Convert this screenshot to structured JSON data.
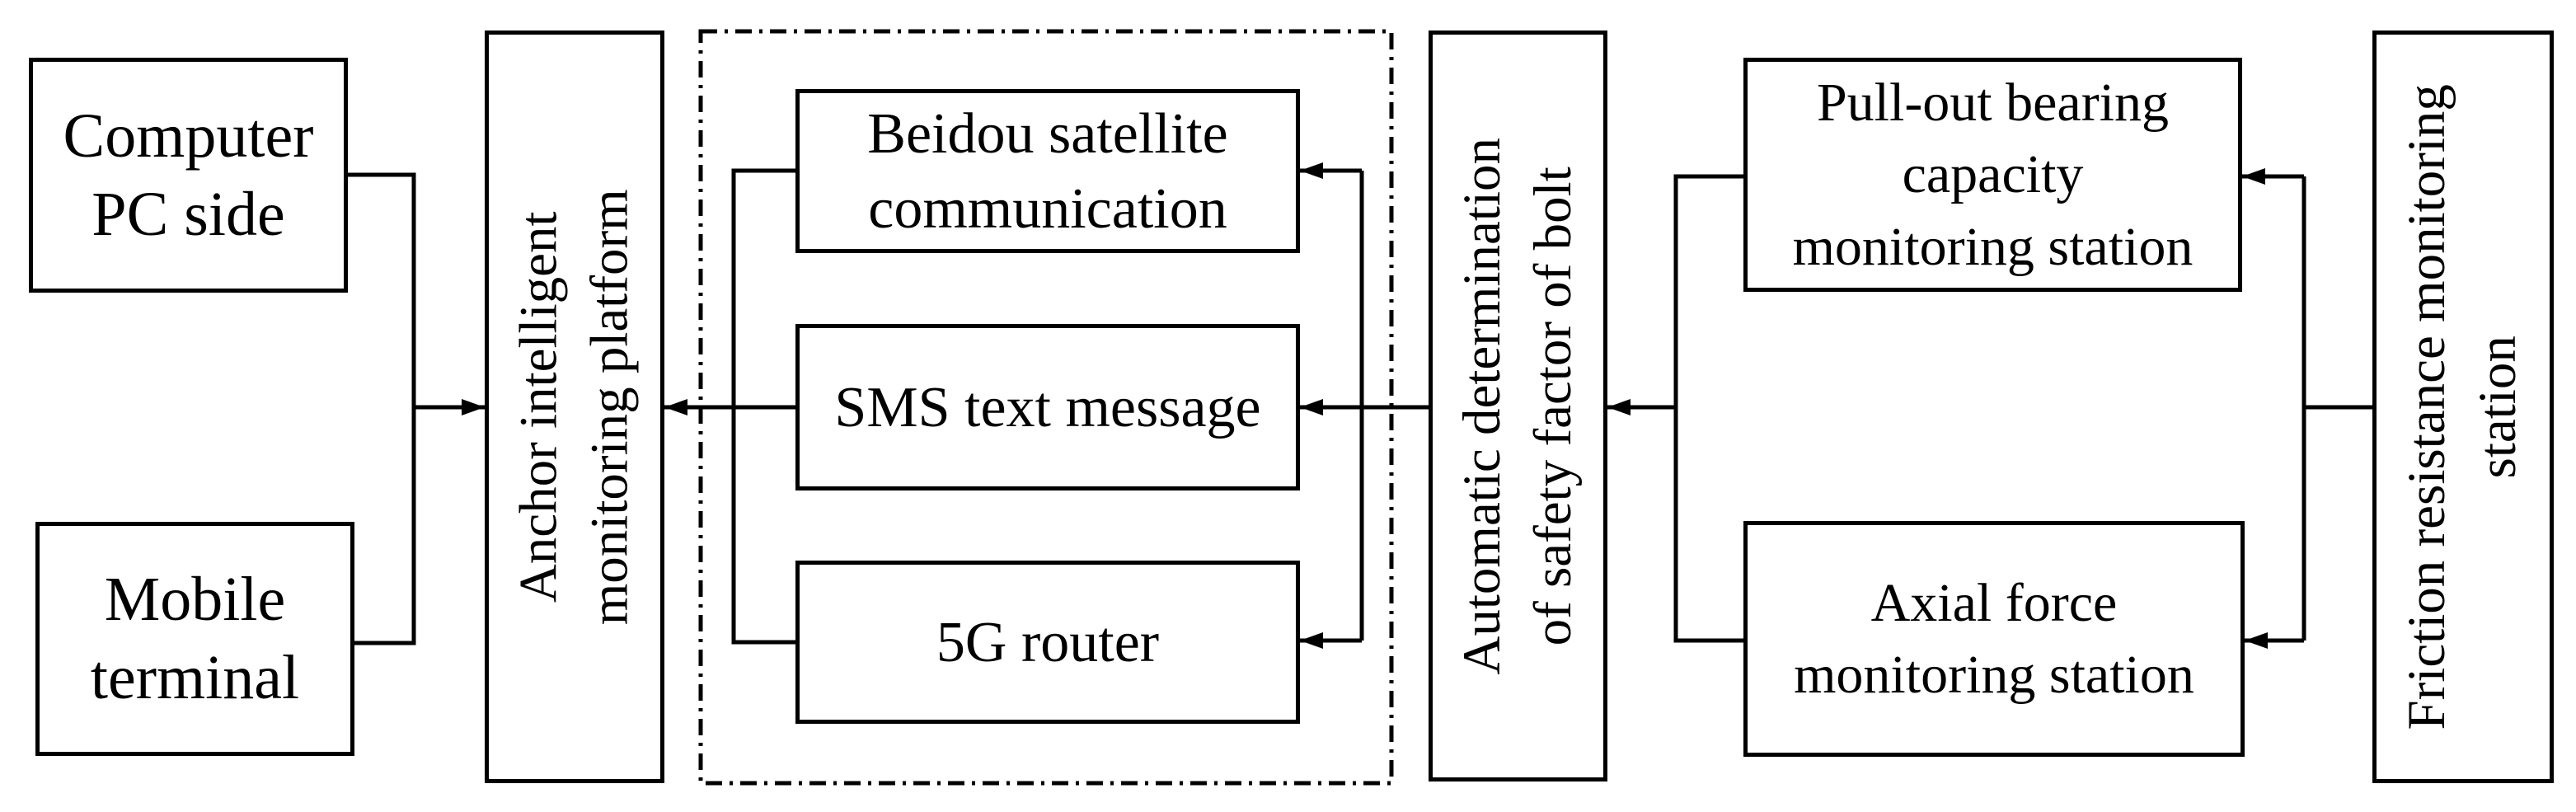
{
  "diagram": {
    "background_color": "#ffffff",
    "stroke_color": "#000000",
    "nodes": {
      "computer_pc": {
        "lines": [
          "Computer",
          "PC side"
        ]
      },
      "mobile_terminal": {
        "lines": [
          "Mobile",
          "terminal"
        ]
      },
      "anchor_platform": {
        "lines": [
          "Anchor intelligent",
          "monitoring platform"
        ]
      },
      "beidou_satellite": {
        "lines": [
          "Beidou satellite",
          "communication"
        ]
      },
      "sms_text": {
        "lines": [
          "SMS text message"
        ]
      },
      "router_5g": {
        "lines": [
          "5G router"
        ]
      },
      "auto_determination": {
        "lines": [
          "Automatic determination",
          "of safety factor of bolt"
        ]
      },
      "pull_out_station": {
        "lines": [
          "Pull-out bearing",
          "capacity",
          "monitoring station"
        ]
      },
      "axial_force_station": {
        "lines": [
          "Axial force",
          "monitoring station"
        ]
      },
      "friction_station": {
        "lines": [
          "Friction resistance monitoring",
          "station"
        ]
      }
    }
  }
}
